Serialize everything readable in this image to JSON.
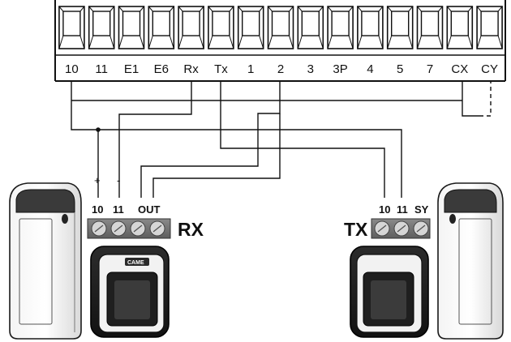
{
  "terminal_block": {
    "labels": [
      "10",
      "11",
      "E1",
      "E6",
      "Rx",
      "Tx",
      "1",
      "2",
      "3",
      "3P",
      "4",
      "5",
      "7",
      "CX",
      "CY"
    ]
  },
  "receiver": {
    "label": "RX",
    "terminals": [
      "10",
      "11",
      "OUT"
    ],
    "polarity": [
      "+",
      "-"
    ]
  },
  "transmitter": {
    "label": "TX",
    "terminals": [
      "10",
      "11",
      "SY"
    ]
  },
  "device_badge": "CAME"
}
